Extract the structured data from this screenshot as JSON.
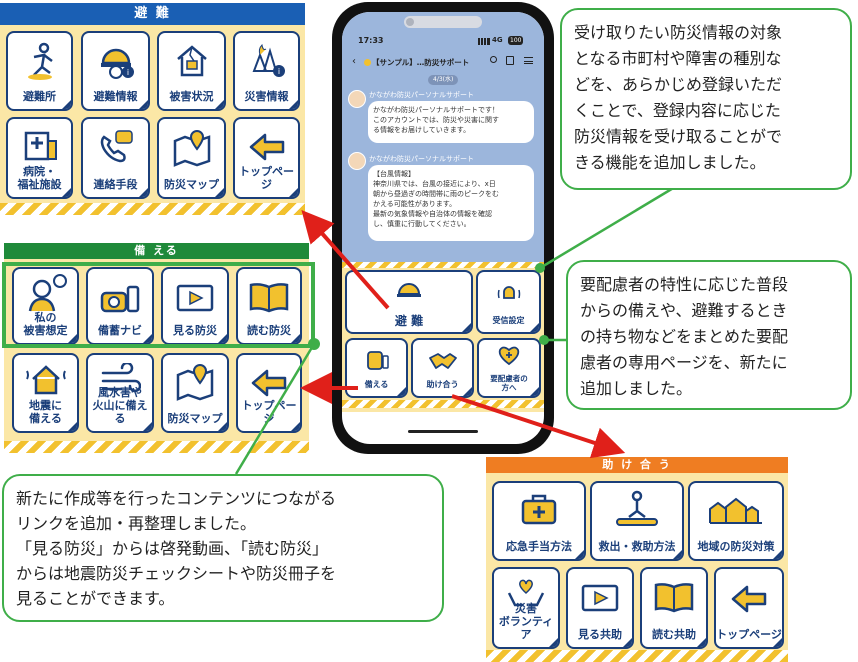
{
  "colors": {
    "navy": "#1b3f7a",
    "hinan_header": "#1a5fb4",
    "sonaeru_header": "#1f8a3a",
    "tasukeau_header": "#ef7d22",
    "callout_border": "#3fae49",
    "arrow": "#e0201a",
    "tile_bg": "#fbe7a6"
  },
  "hinan": {
    "title": "避 難",
    "tiles": [
      {
        "label": "避難所",
        "icon": "evacuation-run-icon"
      },
      {
        "label": "避難情報",
        "icon": "helmet-info-icon"
      },
      {
        "label": "被害状況",
        "icon": "damaged-house-icon"
      },
      {
        "label": "災害情報",
        "icon": "forest-fire-info-icon"
      },
      {
        "label": "病院・\n福祉施設",
        "icon": "hospital-icon"
      },
      {
        "label": "連絡手段",
        "icon": "phone-chat-icon"
      },
      {
        "label": "防災マップ",
        "icon": "map-pin-icon"
      },
      {
        "label": "トップページ",
        "icon": "arrow-left-icon"
      }
    ]
  },
  "sonaeru": {
    "title": "備 える",
    "tiles": [
      {
        "label": "私の\n被害想定",
        "icon": "person-thinking-icon"
      },
      {
        "label": "備蓄ナビ",
        "icon": "canned-food-icon"
      },
      {
        "label": "見る防災",
        "icon": "video-play-icon"
      },
      {
        "label": "読む防災",
        "icon": "open-book-icon"
      },
      {
        "label": "地震に\n備える",
        "icon": "earthquake-house-icon"
      },
      {
        "label": "風水害や\n火山に備える",
        "icon": "wind-icon"
      },
      {
        "label": "防災マップ",
        "icon": "map-pin-icon"
      },
      {
        "label": "トップページ",
        "icon": "arrow-left-icon"
      }
    ]
  },
  "tasukeau": {
    "title": "助 け 合 う",
    "tiles": [
      {
        "label": "応急手当方法",
        "icon": "first-aid-kit-icon"
      },
      {
        "label": "救出・救助方法",
        "icon": "cpr-icon"
      },
      {
        "label": "地域の防災対策",
        "icon": "town-icon"
      },
      {
        "label": "災害\nボランティア",
        "icon": "heart-hands-icon"
      },
      {
        "label": "見る共助",
        "icon": "video-play-icon"
      },
      {
        "label": "読む共助",
        "icon": "open-book-icon"
      },
      {
        "label": "トップページ",
        "icon": "arrow-left-icon"
      }
    ]
  },
  "phone": {
    "time": "17:33",
    "signal": "4G",
    "battery": "100",
    "chat_title": "【サンプル】…防災サポート",
    "date": "4/3(水)",
    "bot_name": "かながわ防災パーソナルサポート",
    "msg1": "かながわ防災パーソナルサポートです！\nこのアカウントでは、防災や災害に関す\nる情報をお届けしていきます。",
    "msg2": "【台風情報】\n神奈川県では、台風の接近により、x日\n朝から昼過ぎの時間帯に雨のピークをむ\nかえる可能性があります。\n最新の気象情報や自治体の情報を確認\nし、慎重に行動してください。",
    "menu": {
      "hinan": "避 難",
      "jushin": "受信設定",
      "sonaeru": "備える",
      "tasukeau": "助け合う",
      "yohairyo": "要配慮者の\n方へ"
    }
  },
  "callouts": {
    "top_right": "受け取りたい防災情報の対象\nとなる市町村や障害の種別な\nどを、あらかじめ登録いただ\nくことで、登録内容に応じた\n防災情報を受け取ることがで\nきる機能を追加しました。",
    "mid_right": "要配慮者の特性に応じた普段\nからの備えや、避難するとき\nの持ち物などをまとめた要配\n慮者の専用ページを、新たに\n追加しました。",
    "bottom_left": "新たに作成等を行ったコンテンツにつながる\nリンクを追加・再整理しました。\n「見る防災」からは啓発動画、「読む防災」\nからは地震防災チェックシートや防災冊子を\n見ることができます。"
  }
}
